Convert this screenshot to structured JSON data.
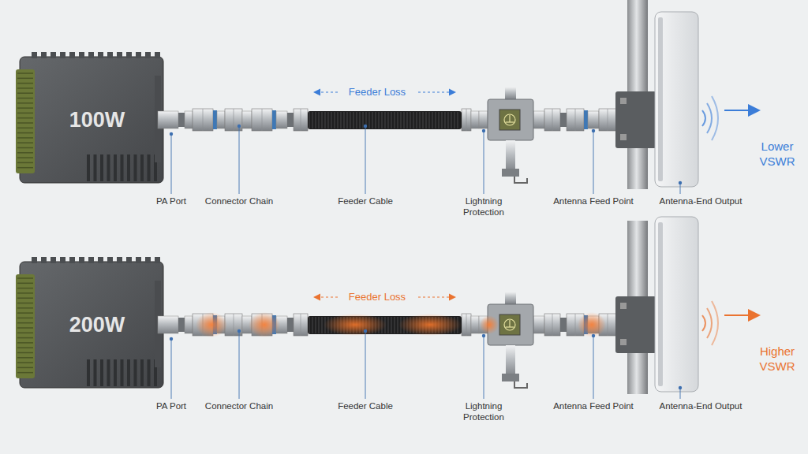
{
  "diagram": {
    "nodes": [
      {
        "text": [
          "100W"
        ]
      },
      {
        "text": [
          "200W"
        ]
      }
    ],
    "labels": [
      "Feeder Loss",
      "PA Port",
      "Connector Chain",
      "Feeder Cable",
      "Lightning Protection",
      "Antenna Feed Point",
      "Antenna-End Output",
      "Lower VSWR",
      "Feeder Loss",
      "PA Port",
      "Connector Chain",
      "Feeder Cable",
      "Lightning Protection",
      "Antenna Feed Point",
      "Antenna-End Output",
      "Higher VSWR"
    ]
  }
}
